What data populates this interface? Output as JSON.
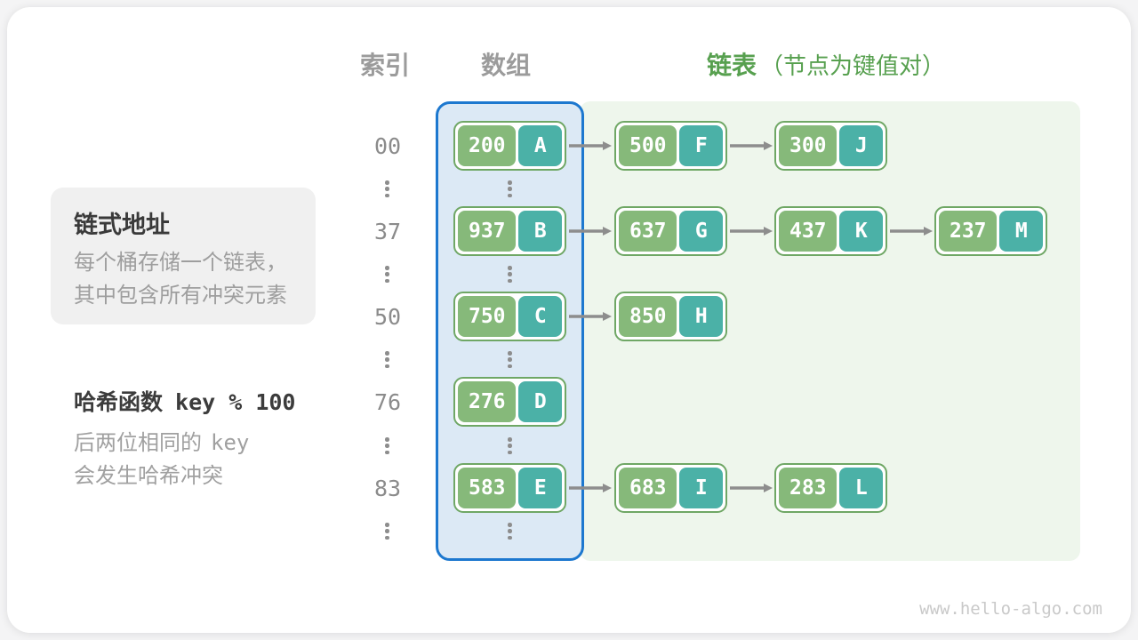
{
  "headers": {
    "index": "索引",
    "array": "数组",
    "list_title": "链表",
    "list_note": "（节点为键值对）"
  },
  "info_box": {
    "title": "链式地址",
    "line1": "每个桶存储一个链表，",
    "line2": "其中包含所有冲突元素"
  },
  "hash_note": {
    "label": "哈希函数",
    "formula": "key % 100",
    "line1_text": "后两位相同的",
    "line1_code": "key",
    "line2": "会发生哈希冲突"
  },
  "rows": [
    {
      "index": "00",
      "bucket": {
        "key": "200",
        "value": "A"
      },
      "chain": [
        {
          "key": "500",
          "value": "F"
        },
        {
          "key": "300",
          "value": "J"
        }
      ]
    },
    {
      "index": "37",
      "bucket": {
        "key": "937",
        "value": "B"
      },
      "chain": [
        {
          "key": "637",
          "value": "G"
        },
        {
          "key": "437",
          "value": "K"
        },
        {
          "key": "237",
          "value": "M"
        }
      ]
    },
    {
      "index": "50",
      "bucket": {
        "key": "750",
        "value": "C"
      },
      "chain": [
        {
          "key": "850",
          "value": "H"
        }
      ]
    },
    {
      "index": "76",
      "bucket": {
        "key": "276",
        "value": "D"
      },
      "chain": []
    },
    {
      "index": "83",
      "bucket": {
        "key": "583",
        "value": "E"
      },
      "chain": [
        {
          "key": "683",
          "value": "I"
        },
        {
          "key": "283",
          "value": "L"
        }
      ]
    }
  ],
  "watermark": "www.hello-algo.com",
  "colors": {
    "key_cell": "#86b97a",
    "value_cell": "#4bb1a7",
    "node_border": "#6fa765",
    "array_border": "#1d78cf",
    "array_bg": "#dce9f5",
    "list_bg": "#eef6ec",
    "accent_green": "#57a04f"
  }
}
